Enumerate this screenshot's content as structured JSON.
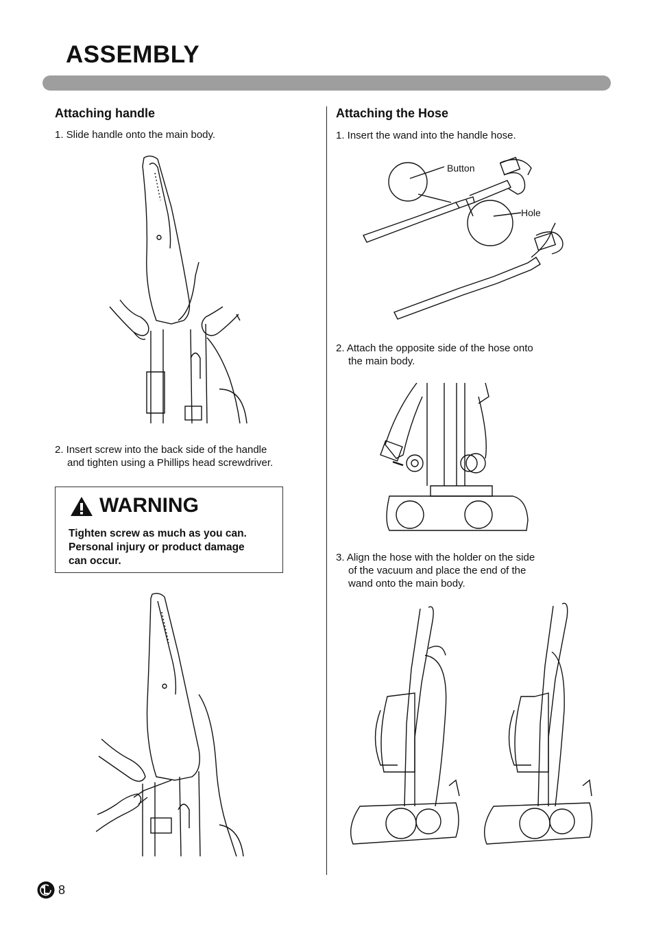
{
  "page": {
    "title": "ASSEMBLY",
    "page_number": "8"
  },
  "left_section": {
    "heading": "Attaching handle",
    "step1": "1. Slide handle onto the main body.",
    "step2_line1": "2. Insert screw into the back side of the handle",
    "step2_line2": "and tighten using a Phillips head screwdriver."
  },
  "warning": {
    "title": "WARNING",
    "line1": "Tighten screw as much as you can.",
    "line2": "Personal injury or product damage",
    "line3": "can occur."
  },
  "right_section": {
    "heading": "Attaching the Hose",
    "step1": "1. Insert the wand into the handle hose.",
    "callout_button": "Button",
    "callout_hole": "Hole",
    "step2_line1": "2. Attach the opposite side of the hose onto",
    "step2_line2": "the main body.",
    "step3_line1": "3. Align the hose with the holder on the side",
    "step3_line2": "of the vacuum and place the end of the",
    "step3_line3": "wand onto the main body."
  },
  "icons": {
    "warning": "warning-triangle-icon",
    "brand": "lg-logo-icon"
  }
}
